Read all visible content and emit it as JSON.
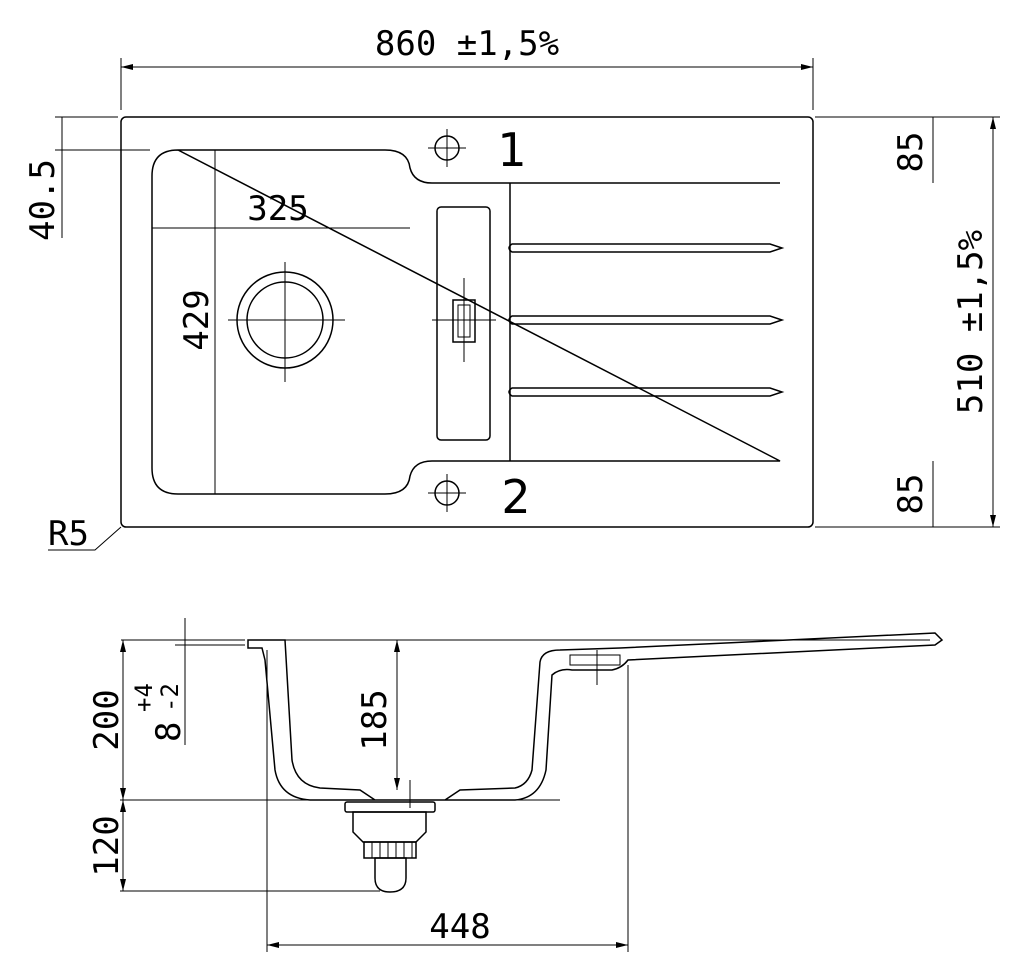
{
  "title": "Sink dimension drawing",
  "top_view": {
    "width_label": "860 ±1,5%",
    "depth_label": "510 ±1,5%",
    "bowl_width": "325",
    "bowl_length": "429",
    "offset_left": "40.5",
    "offset_top_right": "85",
    "offset_bottom_right": "85",
    "radius": "R5",
    "hole_1": "1",
    "hole_2": "2"
  },
  "side_view": {
    "height": "200",
    "below_height": "120",
    "bowl_depth": "185",
    "rim_base": "8",
    "rim_tol_plus": "+4",
    "rim_tol_minus": "-2",
    "cabinet_width": "448"
  },
  "colors": {
    "line": "#000000",
    "background": "#ffffff"
  }
}
